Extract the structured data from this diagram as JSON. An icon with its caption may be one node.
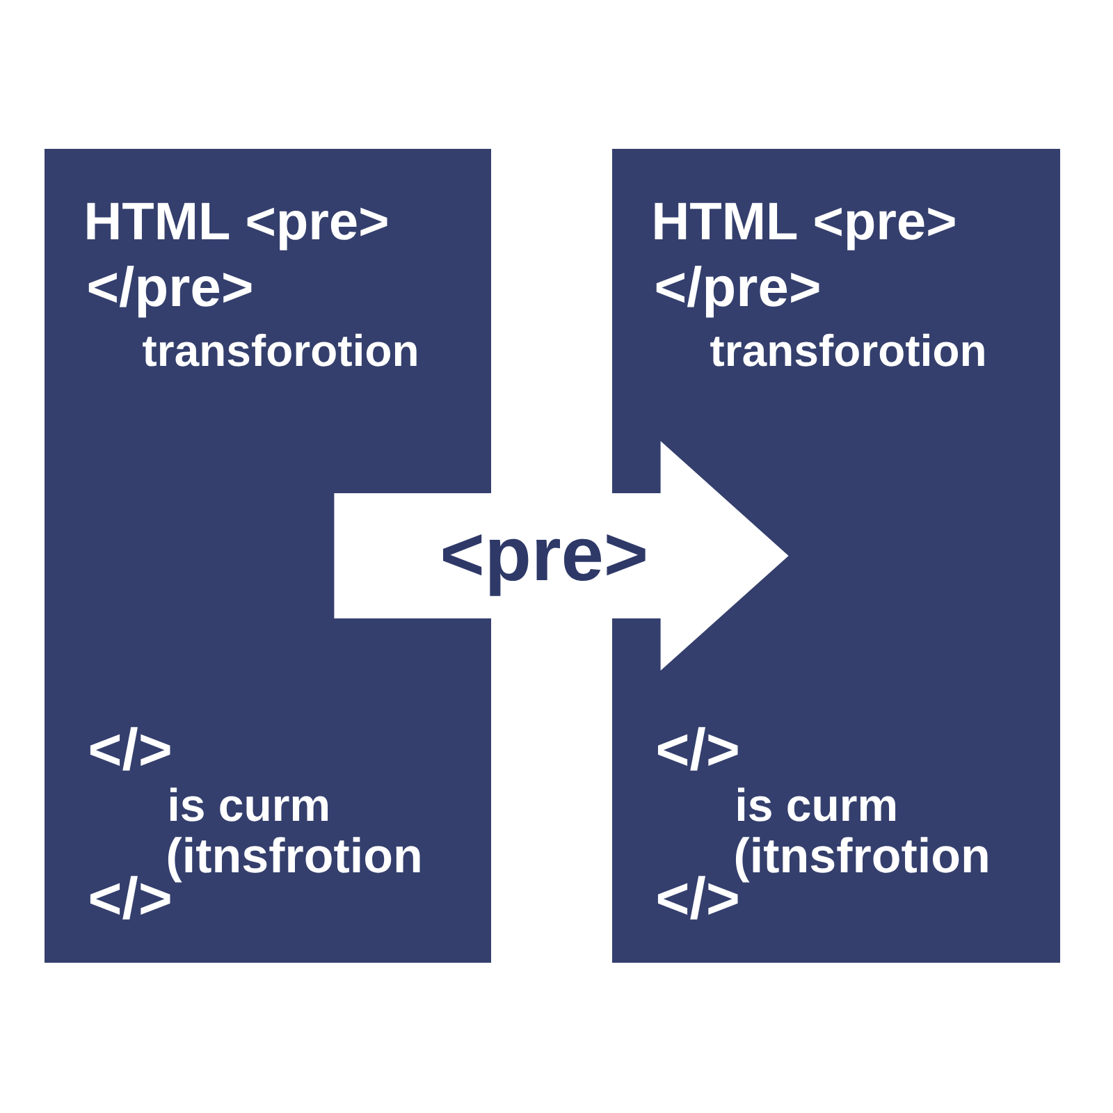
{
  "diagram": {
    "nodes": [
      {
        "text": [
          "HTML <pre>",
          "</pre>",
          "transforotion",
          "</>",
          "is curm",
          "(itnsfrotion",
          "</>"
        ]
      },
      {
        "text": [
          "HTML <pre>",
          "</pre>",
          "transforotion",
          "</>",
          "is curm",
          "(itnsfrotion",
          "</>"
        ]
      }
    ],
    "edges": [
      {
        "from": 0,
        "to": 1,
        "arrow": "to",
        "label": "<pre>"
      }
    ]
  }
}
